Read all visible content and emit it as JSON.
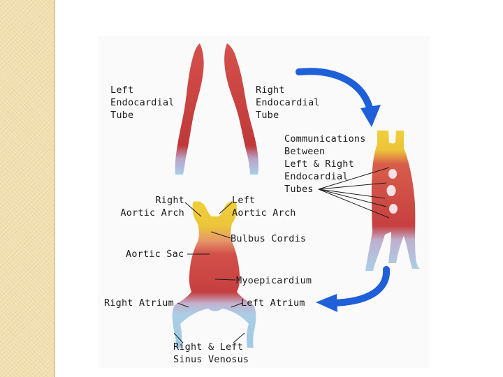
{
  "colors": {
    "background": "#ffffff",
    "left_strip": "#f4e3b6",
    "panel": "#fafafa",
    "arrow_blue": "#1f5fd8",
    "tube_red": "#c8443f",
    "tube_yellow": "#f0cf3a",
    "tube_blue": "#a9cfe6",
    "label_text": "#1c1c1c"
  },
  "labels": {
    "left_tube": [
      "Left",
      "Endocardial",
      "Tube"
    ],
    "right_tube": [
      "Right",
      "Endocardial",
      "Tube"
    ],
    "communications": [
      "Communications",
      "Between",
      "Left & Right",
      "Endocardial",
      "Tubes"
    ],
    "right_aortic_arch": [
      "Right",
      "Aortic Arch"
    ],
    "left_aortic_arch": [
      "Left",
      "Aortic Arch"
    ],
    "bulbus_cordis": "Bulbus Cordis",
    "aortic_sac": "Aortic Sac",
    "myoepicardium": "Myoepicardium",
    "right_atrium": "Right Atrium",
    "left_atrium": "Left Atrium",
    "sinus_venosus": [
      "Right & Left",
      "Sinus Venosus"
    ]
  }
}
